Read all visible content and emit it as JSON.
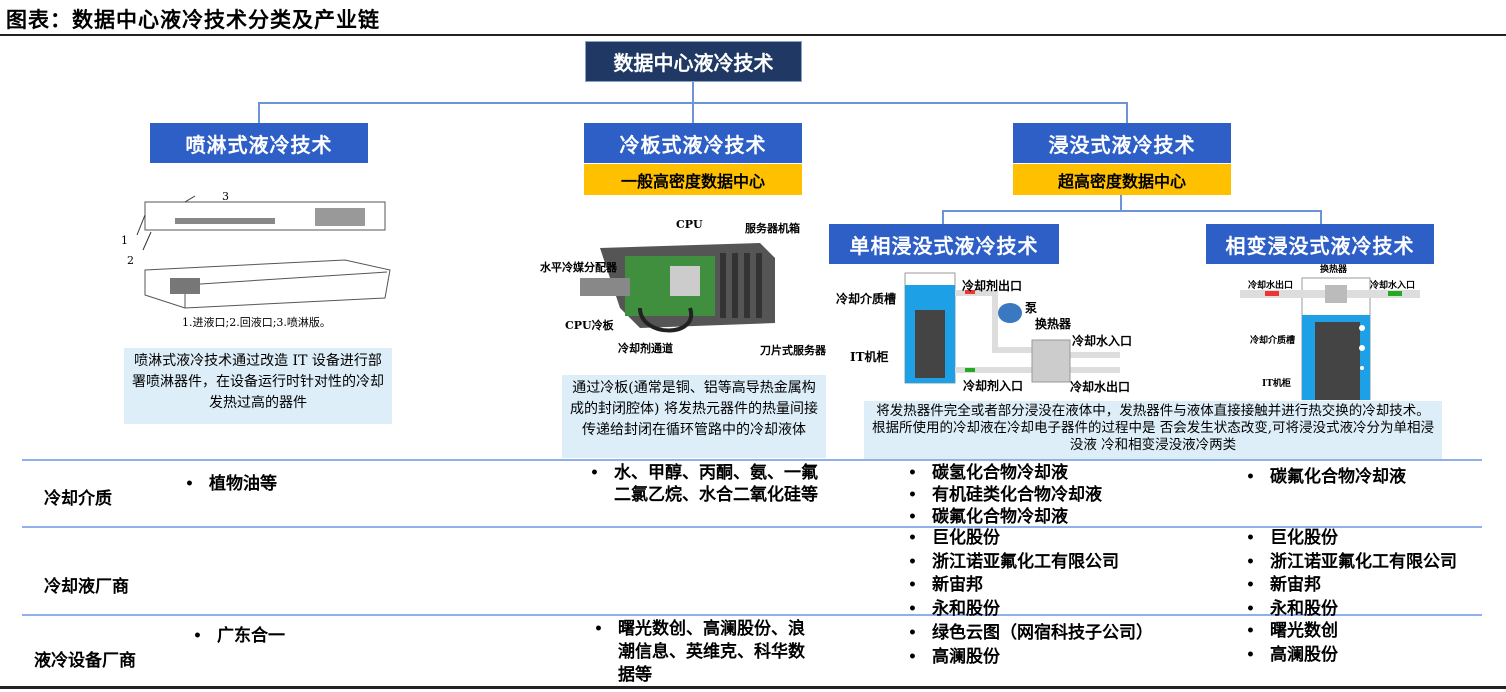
{
  "title": "图表：数据中心液冷技术分类及产业链",
  "root": "数据中心液冷技术",
  "categories": {
    "spray": {
      "label": "喷淋式液冷技术",
      "caption": "1.进液口;2.回液口;3.喷淋版。",
      "callouts": [
        "1",
        "2",
        "3"
      ],
      "desc": "喷淋式液冷技术通过改造 IT 设备进行部署喷淋器件，在设备运行时针对性的冷却 发热过高的器件"
    },
    "plate": {
      "label": "冷板式液冷技术",
      "sub": "一般高密度数据中心",
      "callouts": {
        "cpu": "CPU",
        "chassis": "服务器机箱",
        "distributor": "水平冷媒分配器",
        "plate": "CPU冷板",
        "channel": "冷却剂通道",
        "blade": "刀片式服务器"
      },
      "desc": "通过冷板(通常是铜、铝等高导热金属构成的封闭腔体) 将发热元器件的热量间接传递给封闭在循环管路中的冷却液体"
    },
    "immersion": {
      "label": "浸没式液冷技术",
      "sub": "超高密度数据中心",
      "desc": "将发热器件完全或者部分浸没在液体中，发热器件与液体直接接触并进行热交换的冷却技术。根据所使用的冷却液在冷却电子器件的过程中是 否会发生状态改变,可将浸没式液冷分为单相浸没液 冷和相变浸没液冷两类",
      "single": {
        "label": "单相浸没式液冷技术",
        "callouts": {
          "tank": "冷却介质槽",
          "it": "IT机柜",
          "out": "冷却剂出口",
          "pump": "泵",
          "hx": "换热器",
          "win": "冷却水入口",
          "cin": "冷却剂入口",
          "wout": "冷却水出口"
        }
      },
      "phase": {
        "label": "相变浸没式液冷技术",
        "callouts": {
          "hx": "换热器",
          "wout": "冷却水出口",
          "win": "冷却水入口",
          "tank": "冷却介质槽",
          "it": "IT机柜"
        }
      }
    }
  },
  "table": {
    "rows": [
      {
        "label": "冷却介质",
        "spray": [
          "植物油等"
        ],
        "plate": [
          "水、甲醇、丙酮、氨、一氟二氯乙烷、水合二氧化硅等"
        ],
        "single": [
          "碳氢化合物冷却液",
          "有机硅类化合物冷却液",
          "碳氟化合物冷却液"
        ],
        "phase": [
          "碳氟化合物冷却液"
        ]
      },
      {
        "label": "冷却液厂商",
        "single": [
          "巨化股份",
          "浙江诺亚氟化工有限公司",
          "新宙邦",
          "永和股份"
        ],
        "phase": [
          "巨化股份",
          "浙江诺亚氟化工有限公司",
          "新宙邦",
          "永和股份"
        ]
      },
      {
        "label": "液冷设备厂商",
        "spray": [
          "广东合一"
        ],
        "plate": [
          "曙光数创、高澜股份、浪潮信息、英维克、科华数据等"
        ],
        "single": [
          "绿色云图（网宿科技子公司）",
          "高澜股份"
        ],
        "phase": [
          "曙光数创",
          "高澜股份"
        ]
      }
    ]
  }
}
